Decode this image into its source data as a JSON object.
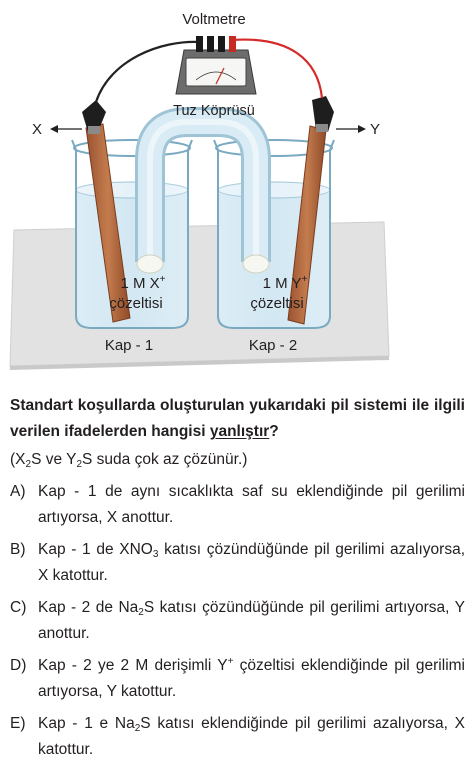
{
  "figure": {
    "voltmeter_label": "Voltmetre",
    "salt_bridge_label": "Tuz Köprüsü",
    "electrode_x_label": "X",
    "electrode_y_label": "Y",
    "beaker1_solution_line1": "1 M X",
    "beaker1_solution_charge": "+",
    "beaker1_solution_line2": "çözeltisi",
    "beaker2_solution_line1": "1 M Y",
    "beaker2_solution_charge": "+",
    "beaker2_solution_line2": "çözeltisi",
    "beaker1_label": "Kap - 1",
    "beaker2_label": "Kap - 2",
    "colors": {
      "electrode": "#b86a3c",
      "solution": "#cfe6f2",
      "wire_red": "#d62a2a",
      "wire_black": "#222222",
      "platform": "#e4e4e4"
    }
  },
  "question": {
    "stem_part1": "Standart koşullarda oluşturulan yukarıdaki pil siste­mi ile ilgili verilen ifadelerden hangisi ",
    "stem_emphasis": "yanlıştır",
    "stem_end": "?",
    "note": {
      "p1": "(X",
      "s1": "2",
      "p2": "S ve Y",
      "s2": "2",
      "p3": "S suda çok az çözünür.)"
    },
    "options": {
      "a": {
        "letter": "A)",
        "text": "Kap - 1 de aynı sıcaklıkta saf su eklendiğinde pil geri­limi artıyorsa, X anottur."
      },
      "b": {
        "letter": "B)",
        "p1": "Kap - 1 de XNO",
        "s1": "3",
        "p2": " katısı çözündüğünde pil gerilimi aza­lıyorsa, X katottur."
      },
      "c": {
        "letter": "C)",
        "p1": "Kap - 2 de Na",
        "s1": "2",
        "p2": "S katısı çözündüğünde pil gerilimi artı­yorsa, Y anottur."
      },
      "d": {
        "letter": "D)",
        "p1": "Kap - 2 ye 2 M derişimli Y",
        "sup1": "+",
        "p2": " çözeltisi eklendiğinde pil gerilimi artıyorsa, Y katottur."
      },
      "e": {
        "letter": "E)",
        "p1": "Kap - 1 e Na",
        "s1": "2",
        "p2": "S katısı eklendiğinde pil gerilimi azalıyor­sa, X katottur."
      }
    }
  }
}
